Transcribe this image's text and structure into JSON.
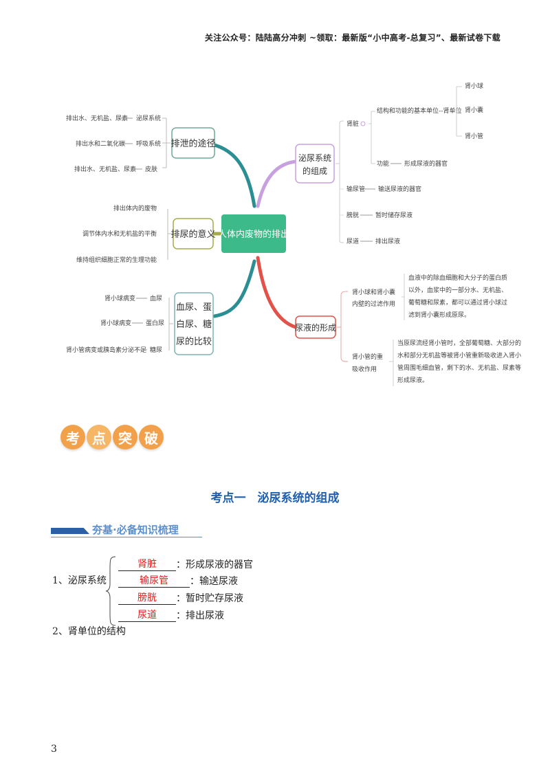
{
  "header": "关注公众号：陆陆高分冲刺 ~领取：最新版“小中高考-总复习”、最新试卷下载",
  "mindmap": {
    "center": "人体内废物的排出",
    "left": [
      {
        "topic": "排泄的途径",
        "items": [
          {
            "a": "排出水、无机盐、尿素",
            "b": "泌尿系统"
          },
          {
            "a": "排出水和二氧化碳",
            "b": "呼吸系统"
          },
          {
            "a": "排出水、无机盐、尿素",
            "b": "皮肤"
          }
        ]
      },
      {
        "topic": "排尿的意义",
        "items": [
          {
            "a": "排出体内的废物"
          },
          {
            "a": "调节体内水和无机盐的平衡"
          },
          {
            "a": "维持组织细胞正常的生理功能"
          }
        ]
      },
      {
        "topic_lines": [
          "血尿、蛋",
          "白尿、糖",
          "尿的比较"
        ],
        "items": [
          {
            "a": "肾小球病变",
            "b": "血尿"
          },
          {
            "a": "肾小球病变",
            "b": "蛋白尿"
          },
          {
            "a": "肾小管病变或胰岛素分泌不足",
            "b": "糖尿"
          }
        ]
      }
    ],
    "urinary": {
      "topic_lines": [
        "泌尿系统",
        "的组成"
      ],
      "kidney": "肾脏",
      "structure": "结构和功能的基本单位--肾单位",
      "units": [
        "肾小球",
        "肾小囊",
        "肾小管"
      ],
      "function_label": "功能",
      "function_text": "形成尿液的器官",
      "others": [
        {
          "a": "输尿管",
          "b": "输送尿液的器官"
        },
        {
          "a": "膀胱",
          "b": "暂时储存尿液"
        },
        {
          "a": "尿道",
          "b": "排出尿液"
        }
      ]
    },
    "formation": {
      "topic": "尿液的形成",
      "step1_lines": [
        "肾小球和肾小囊",
        "内壁的过滤作用"
      ],
      "step1_text": [
        "血液中的除血细胞和大分子的蛋白质",
        "以外，血浆中的一部分水、无机盐、",
        "葡萄糖和尿素，都可以通过肾小球过",
        "滤到肾小囊形成原尿。"
      ],
      "step2_lines": [
        "肾小管的重",
        "吸收作用"
      ],
      "step2_text": [
        "当原尿流经肾小管时，全部葡萄糖、大部分的",
        "水和部分无机盐等被肾小管重新吸收进入肾小",
        "管周围毛细血管，剩下的水、无机盐、尿素等",
        "形成尿液。"
      ]
    }
  },
  "badge": [
    "考",
    "点",
    "突",
    "破"
  ],
  "section_title": "考点一　泌尿系统的组成",
  "subsection_title": "夯基·必备知识梳理",
  "q1": {
    "label": "1、泌尿系统",
    "rows": [
      {
        "blank": "肾脏",
        "text": "：形成尿液的器官"
      },
      {
        "blank": "输尿管",
        "text": "：输送尿液"
      },
      {
        "blank": "膀胱",
        "text": "：暂时贮存尿液"
      },
      {
        "blank": "尿道",
        "text": "：排出尿液"
      }
    ]
  },
  "q2": {
    "label": "2、肾单位的结构"
  },
  "page_number": "3",
  "colors": {
    "center": "#3dba8a",
    "teal": "#2a8e93",
    "olive": "#a5ab4a",
    "purple": "#c7a0e0",
    "red": "#e0524a",
    "blank": "#e02020",
    "title": "#1f5fae"
  }
}
